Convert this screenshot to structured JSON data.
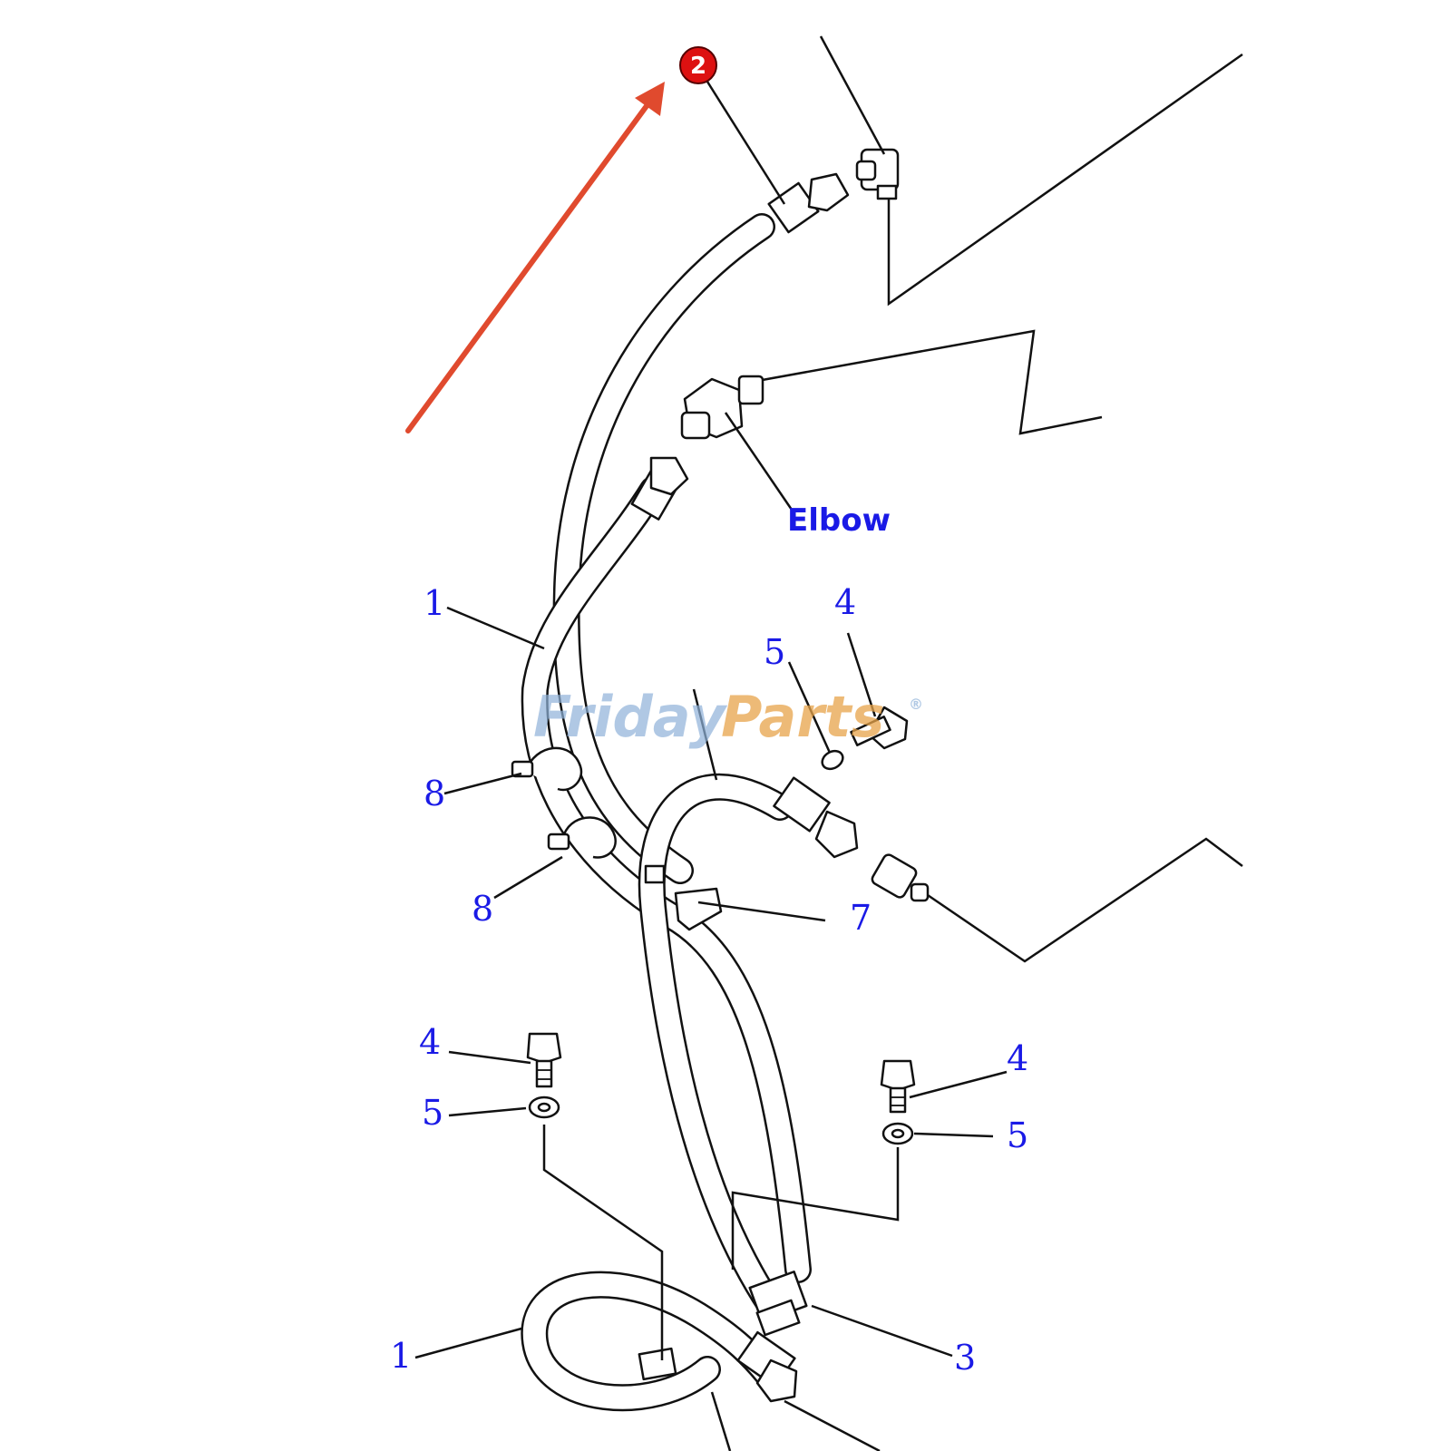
{
  "badge": {
    "number": "2",
    "color": "#dd1111"
  },
  "arrow": {
    "color": "#e04a2e"
  },
  "elbow_label": "Elbow",
  "callouts": {
    "c1a": "1",
    "c1b": "1",
    "c3": "3",
    "c4a": "4",
    "c4b": "4",
    "c4c": "4",
    "c5a": "5",
    "c5b": "5",
    "c5c": "5",
    "c7": "7",
    "c8a": "8",
    "c8b": "8"
  },
  "watermark": {
    "part1": "Friday",
    "part2": "Parts",
    "mark": "®"
  },
  "colors": {
    "label": "#1a1ae6",
    "line": "#111111"
  }
}
